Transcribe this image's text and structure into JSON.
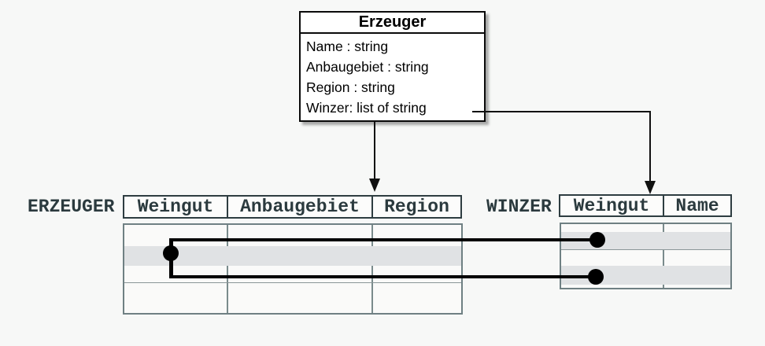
{
  "class_box": {
    "title": "Erzeuger",
    "attributes": [
      "Name : string",
      "Anbaugebiet : string",
      "Region : string",
      "Winzer: list of string"
    ]
  },
  "erzeuger_table": {
    "label": "ERZEUGER",
    "columns": [
      "Weingut",
      "Anbaugebiet",
      "Region"
    ]
  },
  "winzer_table": {
    "label": "WINZER",
    "columns": [
      "Weingut",
      "Name"
    ]
  },
  "colors": {
    "background": "#f7f8f7",
    "class_box_border": "#0a0a0a",
    "table_text": "#2b3a3e",
    "header_border": "#2e3d41",
    "body_border": "#6f8083",
    "row_highlight": "#e0e2e4",
    "connector": "#000000"
  }
}
